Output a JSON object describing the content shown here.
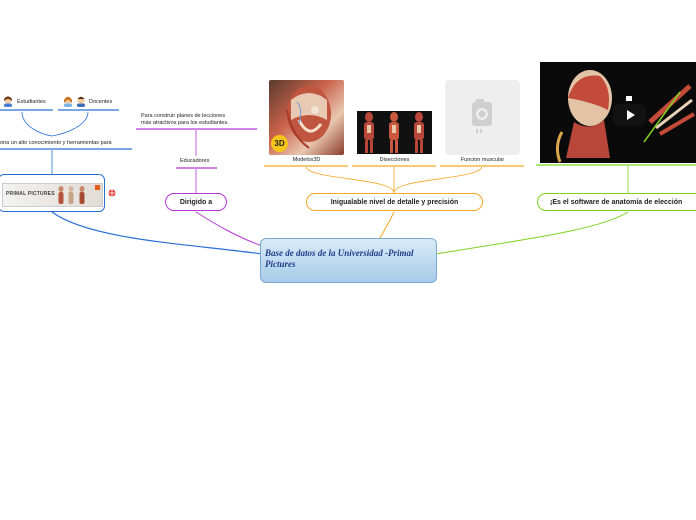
{
  "central": {
    "title": "Base de datos de la Universidad -Primal Pictures"
  },
  "branches": {
    "dirigido": {
      "label": "Dirigido a"
    },
    "detalle": {
      "label": "Inigualable nivel de detalle y precisión"
    },
    "software": {
      "label": "¡Es el software de anatomía de elección"
    }
  },
  "left": {
    "desc": "ona un alto conocimiento y herramientas  para",
    "estudiantes": "Estudiantes",
    "docentes": "Docentes",
    "logo_text": "PRIMAL PICTURES"
  },
  "dirigido_sub": {
    "educadores": "Educadores",
    "desc_line1": "Para construir planes de lecciones",
    "desc_line2": "más atractivos para los estudiantes."
  },
  "detalle_sub": {
    "modelos": "Modelos3D",
    "disecciones": "Disecciones",
    "funcion": "Funcion muscular",
    "badge": "3D"
  },
  "colors": {
    "blue": "#2a6fd6",
    "purple": "#b83ad6",
    "orange": "#f5a623",
    "green": "#7ed321",
    "central_text": "#1f3c88"
  }
}
